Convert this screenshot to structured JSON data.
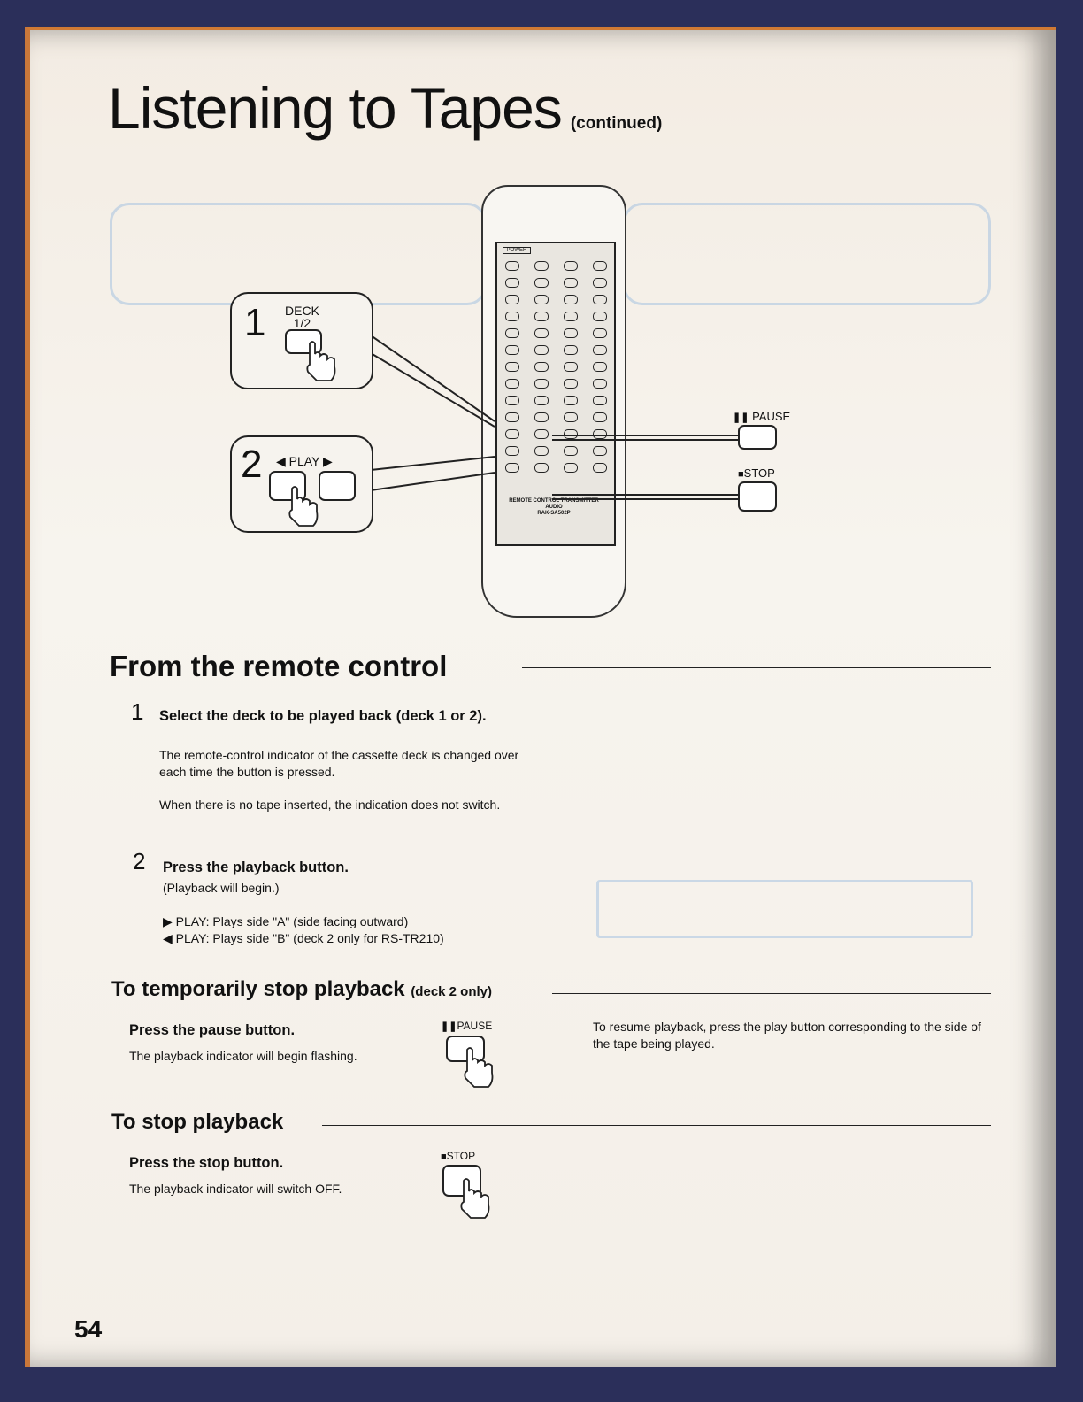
{
  "page": {
    "title": "Listening to Tapes",
    "title_suffix": "(continued)",
    "page_number": "54"
  },
  "illustration": {
    "callout1_number": "1",
    "callout1_label": "DECK\n1/2",
    "callout2_number": "2",
    "callout2_label": "◀ PLAY ▶",
    "pause_label": "PAUSE",
    "stop_label": "STOP",
    "remote_footer": "REMOTE CONTROL TRANSMITTER\nAUDIO\nRAK-SA502P",
    "remote_power": "POWER"
  },
  "remote_section": {
    "heading": "From the remote control",
    "step1_num": "1",
    "step1_bold": "Select the deck to be played back (deck 1 or 2).",
    "step1_text": "The remote-control indicator of the cassette deck is changed over each time the button is pressed.",
    "step1_note": "When there is no tape inserted, the indication does not switch.",
    "step2_num": "2",
    "step2_bold": "Press the playback button.",
    "step2_text": "(Playback will begin.)",
    "play_a": "▶ PLAY: Plays side \"A\" (side facing outward)",
    "play_b": "◀ PLAY: Plays side \"B\" (deck 2 only for RS-TR210)"
  },
  "pause_section": {
    "heading": "To temporarily stop playback",
    "heading_small": "(deck 2 only)",
    "bold": "Press the pause button.",
    "text": "The playback indicator will begin flashing.",
    "icon_label": "PAUSE",
    "resume_text": "To resume playback, press the play button corresponding to the side of the tape being played."
  },
  "stop_section": {
    "heading": "To stop playback",
    "bold": "Press the stop button.",
    "text": "The playback indicator will switch OFF.",
    "icon_label": "STOP"
  }
}
